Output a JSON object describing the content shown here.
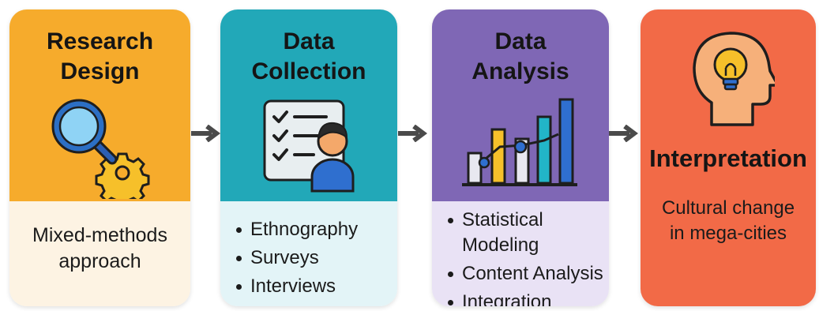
{
  "colors": {
    "research": "#f6ab2c",
    "research_bottom": "#fdf3e3",
    "collection": "#22a8b8",
    "collection_bottom": "#e3f4f7",
    "analysis": "#7f67b5",
    "analysis_bottom": "#e9e2f5",
    "interpretation": "#f26a47",
    "arrow": "#4a4a4a"
  },
  "steps": [
    {
      "title_lines": [
        "Research",
        "Design"
      ],
      "icon": "magnifier-gear-icon",
      "description_lines": [
        "Mixed-methods",
        "approach"
      ]
    },
    {
      "title_lines": [
        "Data",
        "Collection"
      ],
      "icon": "checklist-person-icon",
      "bullets": [
        "Ethnography",
        "Surveys",
        "Interviews"
      ]
    },
    {
      "title_lines": [
        "Data",
        "Analysis"
      ],
      "icon": "bar-chart-icon",
      "bullets": [
        "Statistical Modeling",
        "Content Analysis",
        "Integration"
      ]
    },
    {
      "title": "Interpretation",
      "icon": "head-lightbulb-icon",
      "description_lines": [
        "Cultural change",
        "in mega-cities"
      ]
    }
  ]
}
